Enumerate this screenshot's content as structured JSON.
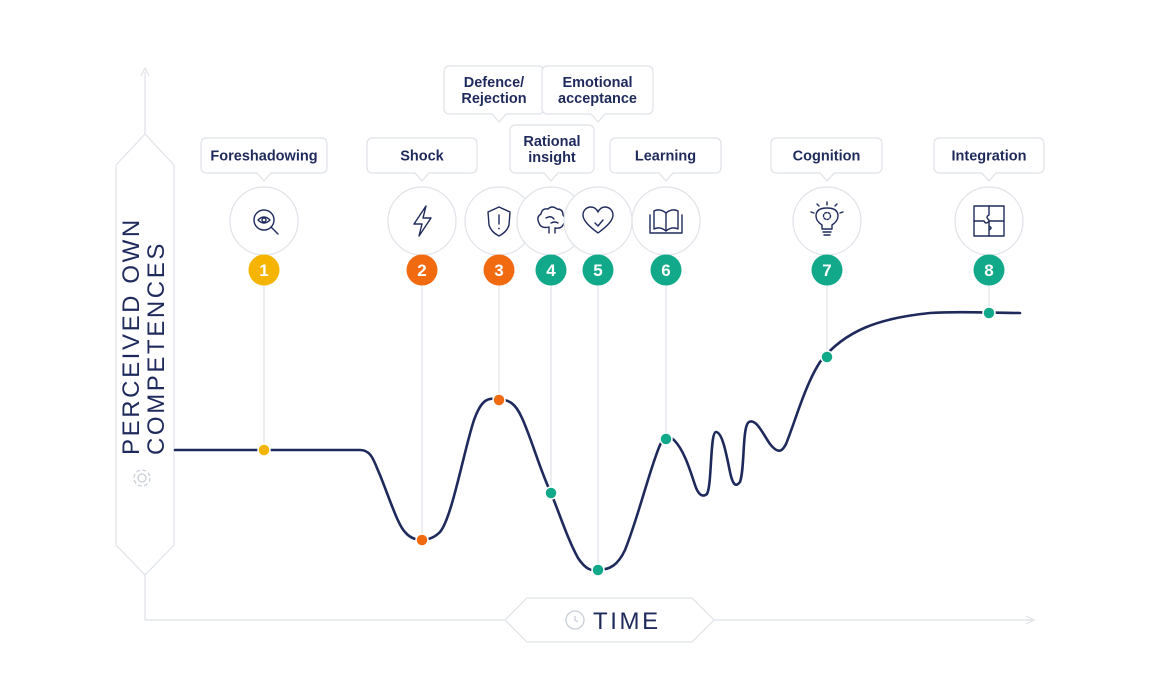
{
  "axes": {
    "y_label_line1": "PERCEIVED OWN",
    "y_label_line2": "COMPETENCES",
    "x_label": "TIME"
  },
  "colors": {
    "navy": "#1f2a5c",
    "yellow": "#f5b400",
    "orange": "#f26a10",
    "green": "#12a98a",
    "light_gray": "#dfe3e8"
  },
  "phases": [
    {
      "number": "1",
      "label_lines": [
        "Foreshadowing"
      ],
      "icon": "eye-magnifier-icon",
      "color": "yellow"
    },
    {
      "number": "2",
      "label_lines": [
        "Shock"
      ],
      "icon": "lightning-icon",
      "color": "orange"
    },
    {
      "number": "3",
      "label_lines": [
        "Defence/",
        "Rejection"
      ],
      "icon": "shield-alert-icon",
      "color": "orange"
    },
    {
      "number": "4",
      "label_lines": [
        "Rational",
        "insight"
      ],
      "icon": "brain-icon",
      "color": "green"
    },
    {
      "number": "5",
      "label_lines": [
        "Emotional",
        "acceptance"
      ],
      "icon": "heart-check-icon",
      "color": "green"
    },
    {
      "number": "6",
      "label_lines": [
        "Learning"
      ],
      "icon": "open-book-icon",
      "color": "green"
    },
    {
      "number": "7",
      "label_lines": [
        "Cognition"
      ],
      "icon": "lightbulb-gear-icon",
      "color": "green"
    },
    {
      "number": "8",
      "label_lines": [
        "Integration"
      ],
      "icon": "puzzle-icon",
      "color": "green"
    }
  ],
  "axis_icons": [
    "gear-icon",
    "clock-icon"
  ]
}
